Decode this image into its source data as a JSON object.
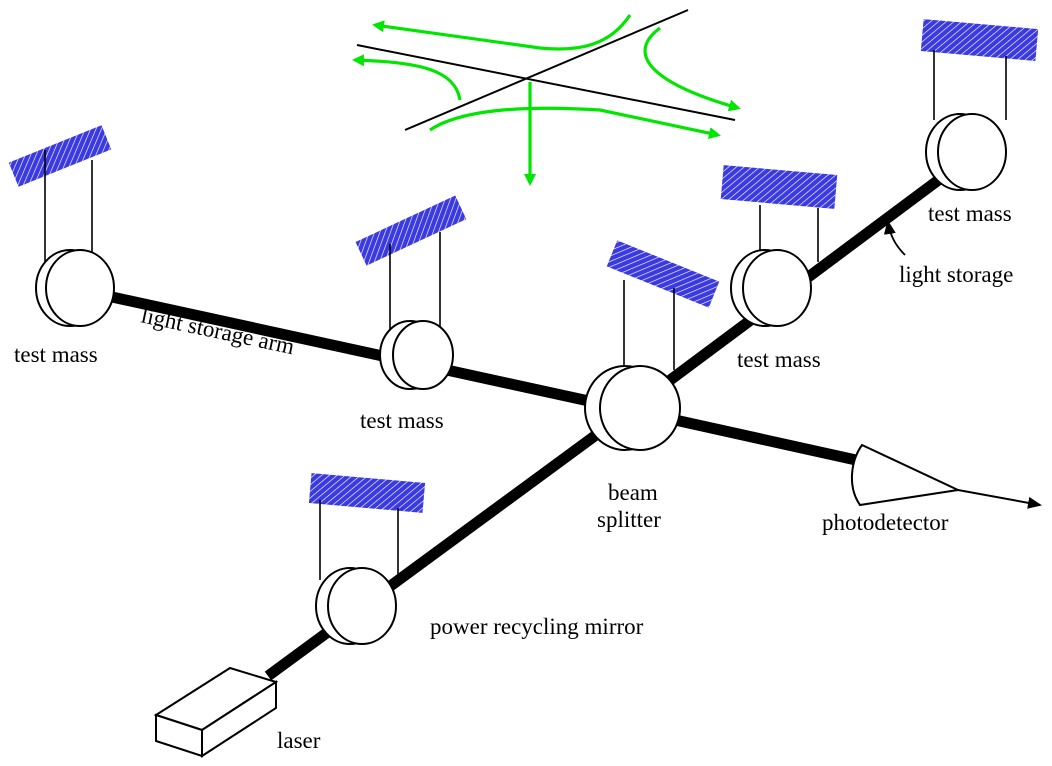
{
  "labels": {
    "test_mass_left": "test mass",
    "light_storage_arm": "light storage arm",
    "test_mass_center_left": "test mass",
    "test_mass_center_right": "test mass",
    "test_mass_top_right": "test mass",
    "light_storage_right": "light storage",
    "beam_splitter_line1": "beam",
    "beam_splitter_line2": "splitter",
    "photodetector": "photodetector",
    "power_recycling_mirror": "power recycling mirror",
    "laser": "laser"
  },
  "colors": {
    "suspension_hatch": "#3a3ae0",
    "gravitational_wave": "#00e600",
    "beam": "#000000",
    "background": "#ffffff"
  }
}
